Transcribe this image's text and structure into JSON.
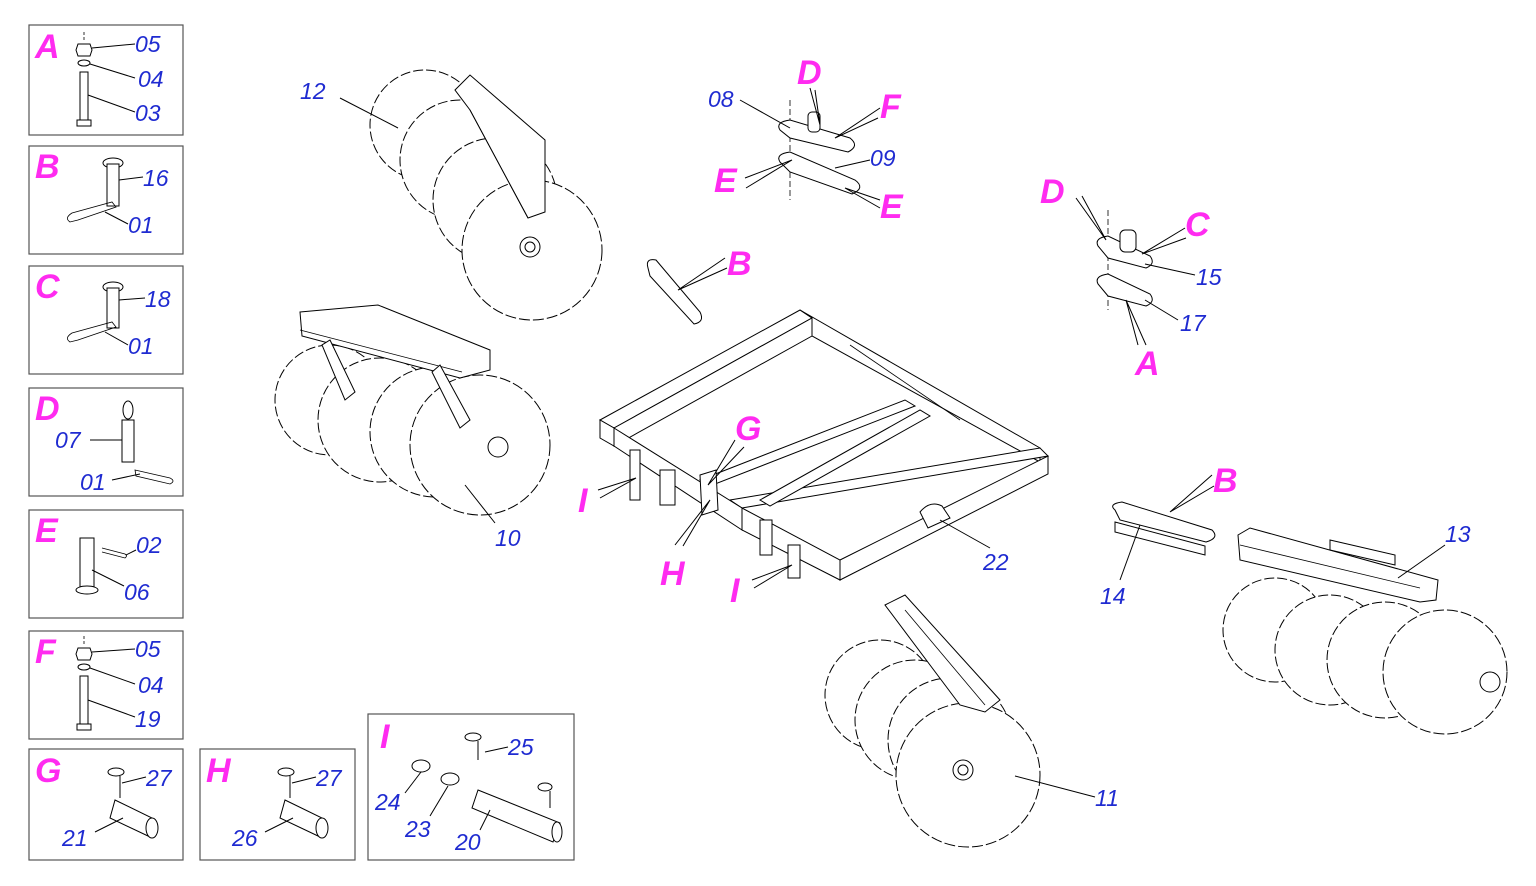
{
  "legend_boxes": [
    {
      "letter": "A",
      "labels": [
        "05",
        "04",
        "03"
      ]
    },
    {
      "letter": "B",
      "labels": [
        "16",
        "01"
      ]
    },
    {
      "letter": "C",
      "labels": [
        "18",
        "01"
      ]
    },
    {
      "letter": "D",
      "labels": [
        "07",
        "01"
      ]
    },
    {
      "letter": "E",
      "labels": [
        "02",
        "06"
      ]
    },
    {
      "letter": "F",
      "labels": [
        "05",
        "04",
        "19"
      ]
    },
    {
      "letter": "G",
      "labels": [
        "27",
        "21"
      ]
    },
    {
      "letter": "H",
      "labels": [
        "27",
        "26"
      ]
    },
    {
      "letter": "I",
      "labels": [
        "25",
        "24",
        "23",
        "20"
      ]
    }
  ],
  "part_labels": {
    "p12": "12",
    "p10": "10",
    "p08": "08",
    "p09": "09",
    "p15": "15",
    "p17": "17",
    "p22": "22",
    "p14": "14",
    "p13": "13",
    "p11": "11"
  },
  "callout_letters": {
    "d1": "D",
    "f1": "F",
    "e1": "E",
    "e2": "E",
    "b1": "B",
    "d2": "D",
    "c2": "C",
    "a2": "A",
    "g1": "G",
    "h1": "H",
    "i1": "I",
    "i2": "I",
    "b2": "B"
  },
  "colors": {
    "label": "#1f2bd1",
    "letter": "#ff2bf0"
  }
}
